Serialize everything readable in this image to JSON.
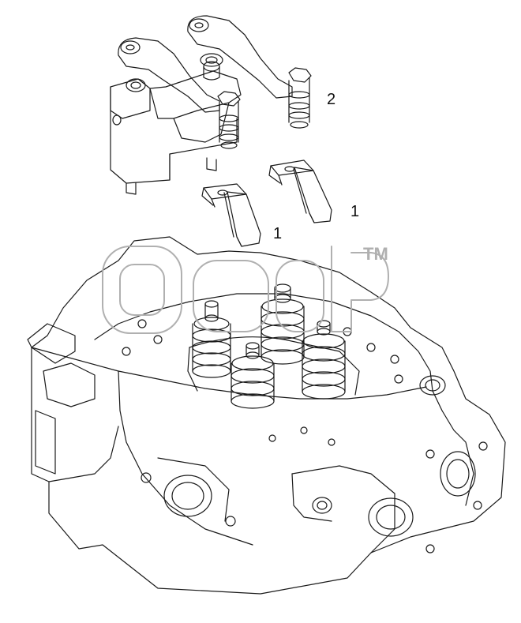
{
  "diagram": {
    "callouts": {
      "rocker_assembly": "2",
      "bridge_left": "1",
      "bridge_right": "1"
    },
    "watermark": {
      "tm_text": "TM",
      "color": "#b0b0b0"
    },
    "parts": {
      "rocker_assembly_icon": "rocker-arm-assembly",
      "bridge_icon": "valve-bridge",
      "cylinder_head_icon": "cylinder-head"
    },
    "colors": {
      "line": "#1a1a1a",
      "background": "#ffffff"
    }
  }
}
